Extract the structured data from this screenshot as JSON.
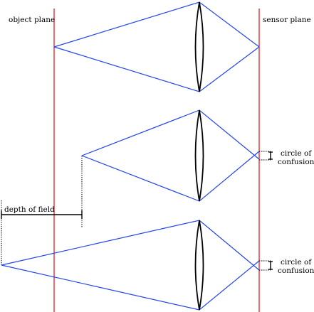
{
  "labels": {
    "object_plane": "object plane",
    "sensor_plane": "sensor plane",
    "depth_of_field": "depth of field",
    "circle_of_confusion_1_line1": "circle of",
    "circle_of_confusion_1_line2": "confusion",
    "circle_of_confusion_2_line1": "circle of",
    "circle_of_confusion_2_line2": "confusion"
  },
  "colors": {
    "plane": "#dd2222",
    "ray": "#2244ee",
    "lens": "#000000",
    "guide": "#000000"
  }
}
